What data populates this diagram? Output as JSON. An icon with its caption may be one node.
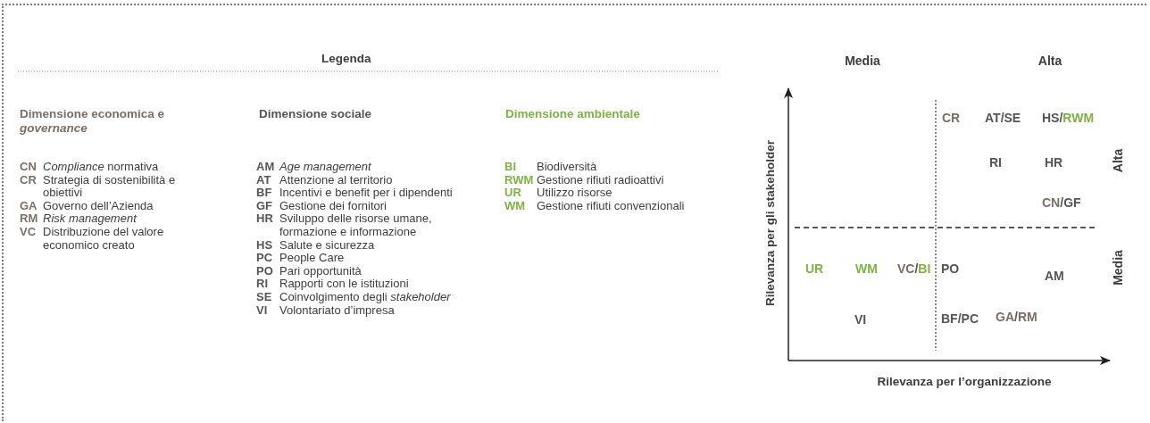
{
  "diagram": {
    "labels": [
      "Legenda",
      "Dimensione economica e *governance*",
      "Dimensione sociale",
      "Dimensione ambientale",
      "CN",
      "*Compliance* normativa",
      "CR",
      "Strategia di sostenibilità e obiettivi",
      "GA",
      "Governo dell’Azienda",
      "RM",
      "Risk management",
      "VC",
      "Distribuzione del valore economico creato",
      "AM",
      "Age management",
      "AT",
      "Attenzione al territorio",
      "BF",
      "Incentivi e benefit per i dipendenti",
      "GF",
      "Gestione dei fornitori",
      "HR",
      "Sviluppo delle risorse umane, formazione e informazione",
      "HS",
      "Salute e sicurezza",
      "PC",
      "People Care",
      "PO",
      "Pari opportunità",
      "RI",
      "Rapporti con le istituzioni",
      "SE",
      "Coinvolgimento degli *stakeholder*",
      "VI",
      "Volontariato d’impresa",
      "BI",
      "Biodiversità",
      "RWM",
      "Gestione rifiuti radioattivi",
      "UR",
      "Utilizzo risorse",
      "WM",
      "Gestione rifiuti convenzionali",
      "Media",
      "Alta",
      "Rilevanza per gli stakeholder",
      "CR",
      "AT/SE",
      "HS/RWM",
      "Alta",
      "RI",
      "HR",
      "CN/GF",
      "UR",
      "WM",
      "VC/BI",
      "PO",
      "AM",
      "Media",
      "VI",
      "BF/PC",
      "GA/RM",
      "Rilevanza per l’organizzazione"
    ]
  }
}
